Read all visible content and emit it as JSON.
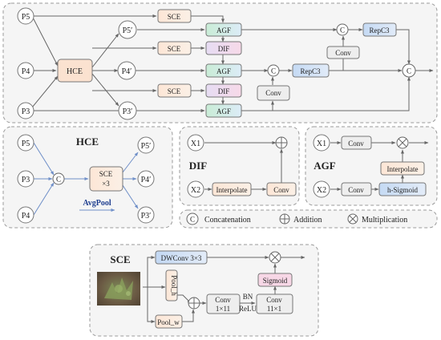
{
  "main": {
    "inputs": [
      "P5",
      "P4",
      "P3"
    ],
    "hce": "HCE",
    "sce": "SCE",
    "agf": "AGF",
    "dif": "DIF",
    "conv": "Conv",
    "repc3": "RepC3",
    "outputs": [
      "P5′",
      "P4′",
      "P3′"
    ],
    "concat": "C",
    "sum": "C"
  },
  "hce_panel": {
    "title": "HCE",
    "inputs": [
      "P5",
      "P3",
      "P4"
    ],
    "concat": "C",
    "sce_line1": "SCE",
    "sce_line2": "×3",
    "outputs": [
      "P5′",
      "P4′",
      "P3′"
    ],
    "avgpool": "AvgPool"
  },
  "dif_panel": {
    "title": "DIF",
    "x1": "X1",
    "x2": "X2",
    "interpolate": "Interpolate",
    "conv": "Conv",
    "add": "+"
  },
  "agf_panel": {
    "title": "AGF",
    "x1": "X1",
    "x2": "X2",
    "conv1": "Conv",
    "conv2": "Conv",
    "interpolate": "Interpolate",
    "hsigmoid": "h-Sigmoid",
    "mult": "×"
  },
  "legend": {
    "concat_symbol": "C",
    "concat_label": "Concatenation",
    "add_symbol": "+",
    "add_label": "Addition",
    "mult_symbol": "×",
    "mult_label": "Multiplication"
  },
  "sce_panel": {
    "title": "SCE",
    "dwconv": "DWConv 3×3",
    "pool_h": "Pool_h",
    "pool_w": "Pool_w",
    "conv1_line1": "Conv",
    "conv1_line2": "1×11",
    "bn": "BN",
    "relu": "ReLU",
    "conv2_line1": "Conv",
    "conv2_line2": "11×1",
    "sigmoid": "Sigmoid",
    "add": "+",
    "mult": "×"
  },
  "colors": {
    "sce_fill": "#fde9dc",
    "hce_fill": "#fbe3d3",
    "agf_fill": "#d7f0e4",
    "dif_fill": "#efdaf0",
    "repc3_fill": "#d3e3f6",
    "conv_fill": "#eeeeee",
    "dwconv_fill": "#d3e3f6",
    "sigmoid_fill": "#f7d7e6",
    "panel_fill": "#f4f4f4",
    "accent_line": "#6f8fc8"
  }
}
